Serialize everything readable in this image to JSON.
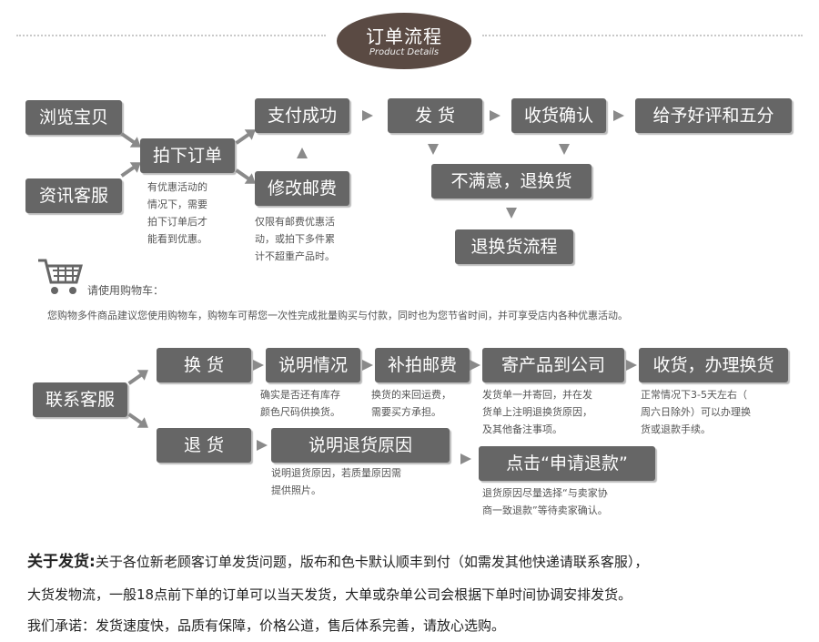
{
  "header": {
    "title": "订单流程",
    "subtitle": "Product Details"
  },
  "flow": {
    "browse": "浏览宝贝",
    "consult": "资讯客服",
    "order": "拍下订单",
    "pay": "支付成功",
    "modify_postage": "修改邮费",
    "ship": "发 货",
    "confirm": "收货确认",
    "review": "给予好评和五分",
    "unsatisfied": "不满意，退换货",
    "return_flow": "退换货流程",
    "order_note": [
      "有优惠活动的",
      "情况下，需要",
      "拍下订单后才",
      "能看到优惠。"
    ],
    "postage_note": [
      "仅限有邮费优惠活",
      "动，或拍下多件累",
      "计不超重产品时。"
    ]
  },
  "cart": {
    "label": "请使用购物车：",
    "text": "您购物多件商品建议您使用购物车，购物车可帮您一次性完成批量购买与付款，同时也为您节省时间，并可享受店内各种优惠活动。"
  },
  "return_flow": {
    "contact": "联系客服",
    "exchange": "换 货",
    "explain": "说明情况",
    "repost": "补拍邮费",
    "send": "寄产品到公司",
    "receive": "收货，办理换货",
    "refund": "退 货",
    "explain_refund": "说明退货原因",
    "apply": "点击“申请退款”",
    "explain_note": [
      "确实是否还有库存",
      "颜色尺码供换货。"
    ],
    "repost_note": [
      "换货的来回运费，",
      "需要买方承担。"
    ],
    "send_note": [
      "发货单一并寄回，并在发",
      "货单上注明退换货原因，",
      "及其他备注事项。"
    ],
    "receive_note": [
      "正常情况下3-5天左右（",
      "周六日除外）可以办理换",
      "货或退款手续。"
    ],
    "refund_note": [
      "说明退货原因，若质量原因需",
      "提供照片。"
    ],
    "apply_note": [
      "退货原因尽量选择“与卖家协",
      "商一致退款”等待卖家确认。"
    ]
  },
  "footer": {
    "heading": "关于发货:",
    "line1": "关于各位新老顾客订单发货问题，版布和色卡默认顺丰到付（如需发其他快递请联系客服），",
    "line2": "大货发物流，一般18点前下单的订单可以当天发货，大单或杂单公司会根据下单时间协调安排发货。",
    "line3": "我们承诺：发货速度快，品质有保障，价格公道，售后体系完善，请放心选购。"
  }
}
